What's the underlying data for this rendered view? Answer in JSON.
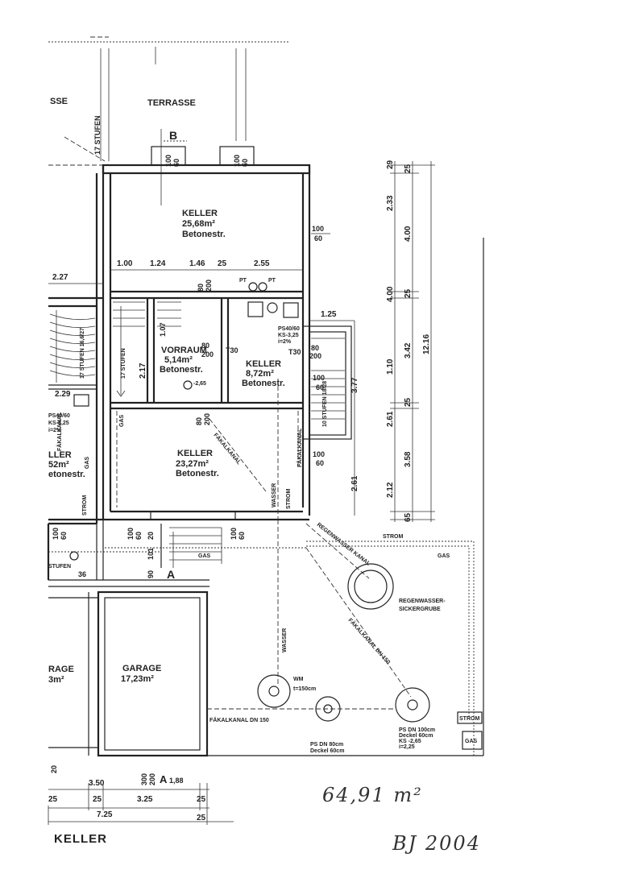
{
  "drawing": {
    "title": "KELLER",
    "handwritten_area": "64,91 m²",
    "handwritten_year": "BJ 2004"
  },
  "rooms": {
    "terrasse": "TERRASSE",
    "terrasse_left": "SSE",
    "keller_top": {
      "name": "KELLER",
      "area": "25,68m²",
      "floor": "Betonestr."
    },
    "vorraum": {
      "name": "VORRAUM",
      "area": "5,14m²",
      "floor": "Betonestr."
    },
    "keller_mid": {
      "name": "KELLER",
      "area": "8,72m²",
      "floor": "Betonestr."
    },
    "keller_bottom": {
      "name": "KELLER",
      "area": "23,27m²",
      "floor": "Betonestr."
    },
    "keller_left": {
      "name": "LLER",
      "area": "52m²",
      "floor": "etonestr."
    },
    "garage": {
      "name": "GARAGE",
      "area": "17,23m²"
    },
    "garage_left": {
      "name": "RAGE",
      "area": "3m²"
    },
    "sickergrube": {
      "line1": "REGENWASSER-",
      "line2": "SICKERGRUBE"
    }
  },
  "labels": {
    "section_b": "B",
    "section_a": "A",
    "pt1": "PT",
    "pt2": "PT",
    "t30_a": "T30",
    "t30_b": "T30",
    "ps_right_1": "PS40/60",
    "ps_right_2": "KS-3,25",
    "ps_right_3": "i=2%",
    "ps_left_1": "PS40/60",
    "ps_left_2": "KS-3,25",
    "ps_left_3": "i=2%",
    "stufen_left": "17 STUFEN 16,6/27",
    "stufen_right": "10 STUFEN 18/28",
    "stufen_bottom": "STUFEN",
    "stufen_left2": "17 STUFEN",
    "gas_left": "GAS",
    "gas_left2": "GAS",
    "gas_stair": "GAS",
    "gas_right": "GAS",
    "gas_box": "GAS",
    "strom_box": "STROM",
    "strom_top": "STROM",
    "strom_left": "STROM",
    "strom_mid": "STROM",
    "faekal_left": "FÄKALKANAL",
    "faekal_mid": "FÄKALKANAL",
    "faekal_dn150_right": "FÄKALKANAL DN 150",
    "faekal_dn150_bottom": "FÄKALKANAL DN 150",
    "wasser_top": "WASSER",
    "wasser_bottom": "WASSER",
    "regenwasser_kanal": "REGENWASSER KANAL",
    "wm_1": "WM",
    "wm_2": "t=150cm",
    "ps_dn_1": "PS DN 80cm",
    "ps_dn_2": "Deckel 60cm",
    "ps_dn100_1": "PS DN 100cm",
    "ps_dn100_2": "Deckel 60cm",
    "ps_dn100_3": "KS -2,65",
    "ps_dn100_4": "i=2,25",
    "level_1": "-2,65",
    "level_88": "1,88"
  },
  "dimensions": {
    "top_row": [
      "1.00",
      "1.24",
      "1.46",
      "25",
      "2.55"
    ],
    "left_227": "2.27",
    "left_229": "2.29",
    "left_217": "2.17",
    "left_36": "36",
    "right_125": "1.25",
    "right_377": "3.77",
    "right_261": "2.61",
    "win_top_1": "100",
    "win_top_2": "60",
    "win_top_3": "100",
    "win_top_4": "60",
    "win_right_1": "100",
    "win_right_2": "60",
    "win_r2_1": "100",
    "win_r2_2": "60",
    "win_r3_1": "100",
    "win_r3_2": "60",
    "door_1": "80",
    "door_2": "200",
    "door_3": "80",
    "door_4": "200",
    "door_5": "80",
    "door_6": "200",
    "door_7": "80",
    "door_8": "200",
    "door_9": "1.07",
    "bottom_win_1": "100",
    "bottom_win_2": "60",
    "bottom_win_3": "100",
    "bottom_win_4": "60",
    "bottom_win_5": "100",
    "bottom_win_6": "60",
    "bottom_90": "90",
    "bottom_101": "101",
    "bottom_120": "20",
    "bottom_300": "300",
    "bottom_200": "200",
    "bottom_20": "20",
    "bottom_25": "25",
    "vert_chain": [
      "29",
      "2.33",
      "4.00",
      "25",
      "4.00",
      "1.10",
      "25",
      "2.61",
      "2.12",
      "65"
    ],
    "vert_chain2": [
      "25",
      "3.42",
      "3.58",
      "65"
    ],
    "vert_total": "12.16",
    "bottom_row1": [
      "3.50",
      "25",
      "3.25",
      "25"
    ],
    "bottom_row1_left": "25",
    "bottom_row2": "7.25",
    "bottom_25_2": "25"
  },
  "colors": {
    "ink": "#222222",
    "paper": "#ffffff"
  }
}
